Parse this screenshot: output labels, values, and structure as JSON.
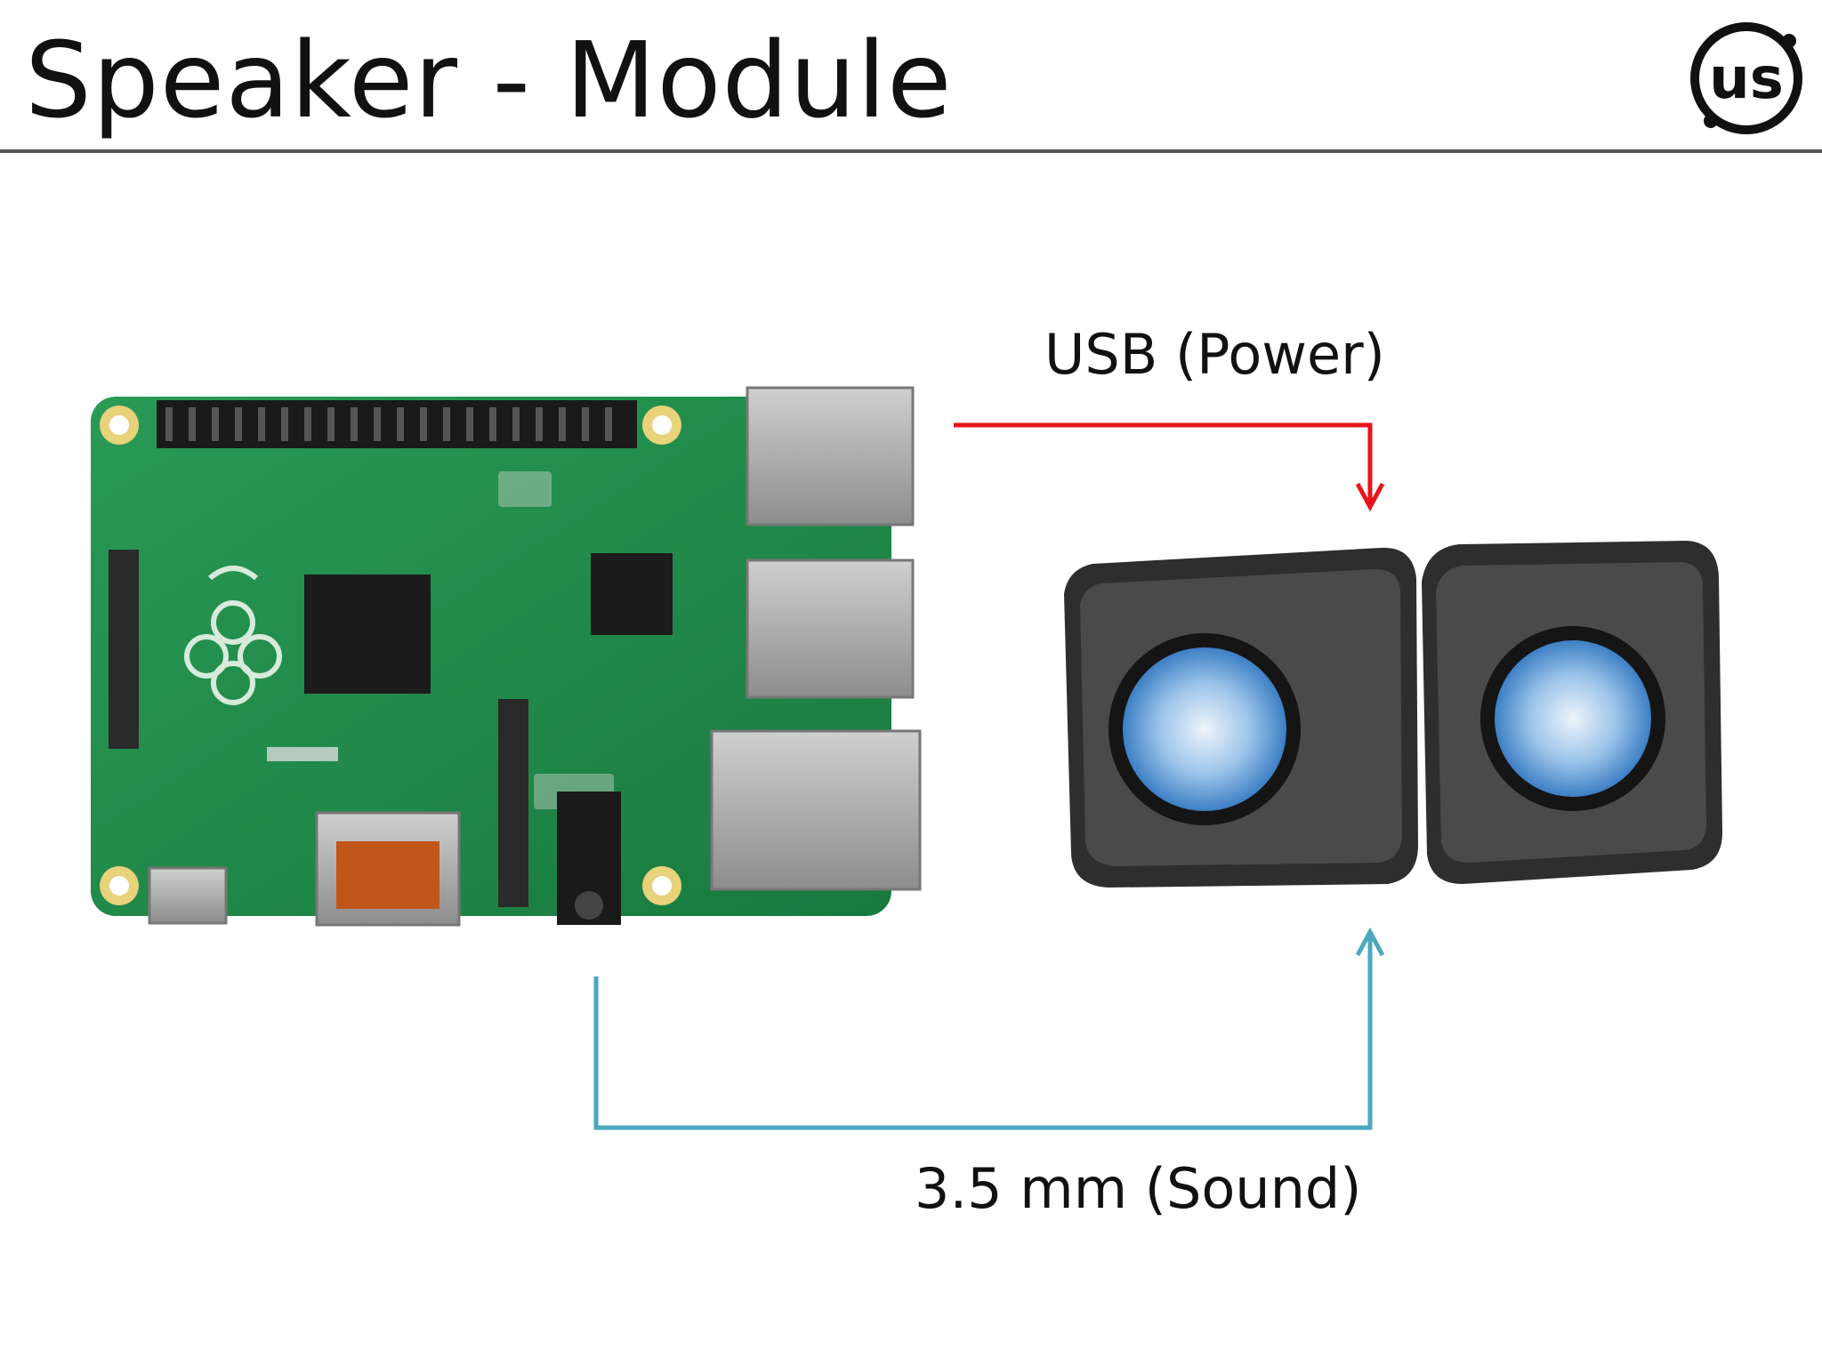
{
  "slide": {
    "title": "Speaker - Module",
    "logo_text": "us"
  },
  "connections": {
    "usb_label": "USB (Power)",
    "sound_label": "3.5 mm (Sound)"
  },
  "colors": {
    "usb_arrow": "#e8141b",
    "sound_arrow": "#4aa8be",
    "board_green": "#1f8a4a",
    "speaker_body": "#3a3a3a"
  },
  "icons": [
    "raspberry-pi-board-image",
    "speaker-pair-image",
    "us-logo-icon"
  ]
}
